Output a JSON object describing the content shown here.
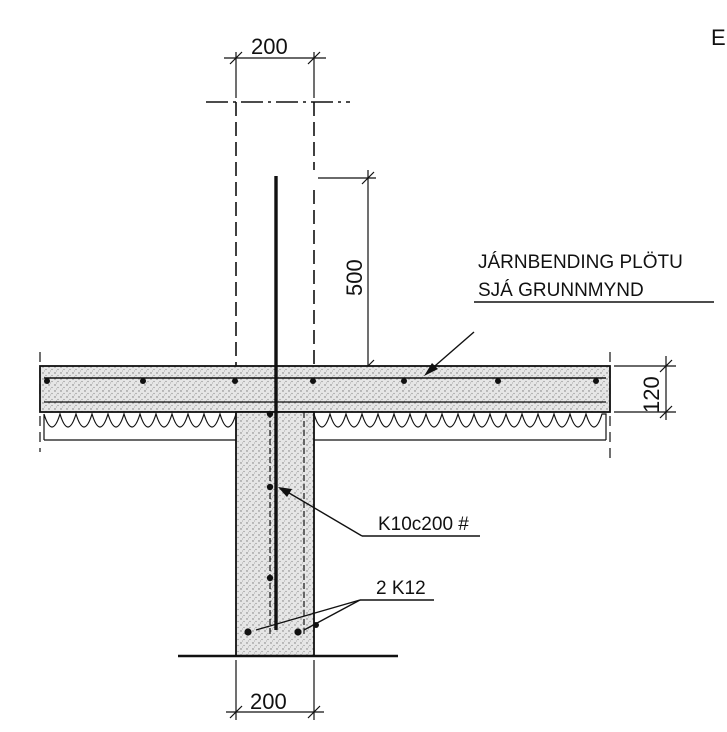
{
  "drawing": {
    "corner_letter": "E",
    "dimensions": {
      "wall_top": "200",
      "dowel_length": "500",
      "slab_thickness": "120",
      "wall_bottom": "200"
    },
    "annotations": {
      "slab_reinforcement_line1": "JÁRNBENDING PLÖTU",
      "slab_reinforcement_line2": "SJÁ GRUNNMYND",
      "wall_mesh": "K10c200 #",
      "corner_bars": "2 K12"
    }
  }
}
